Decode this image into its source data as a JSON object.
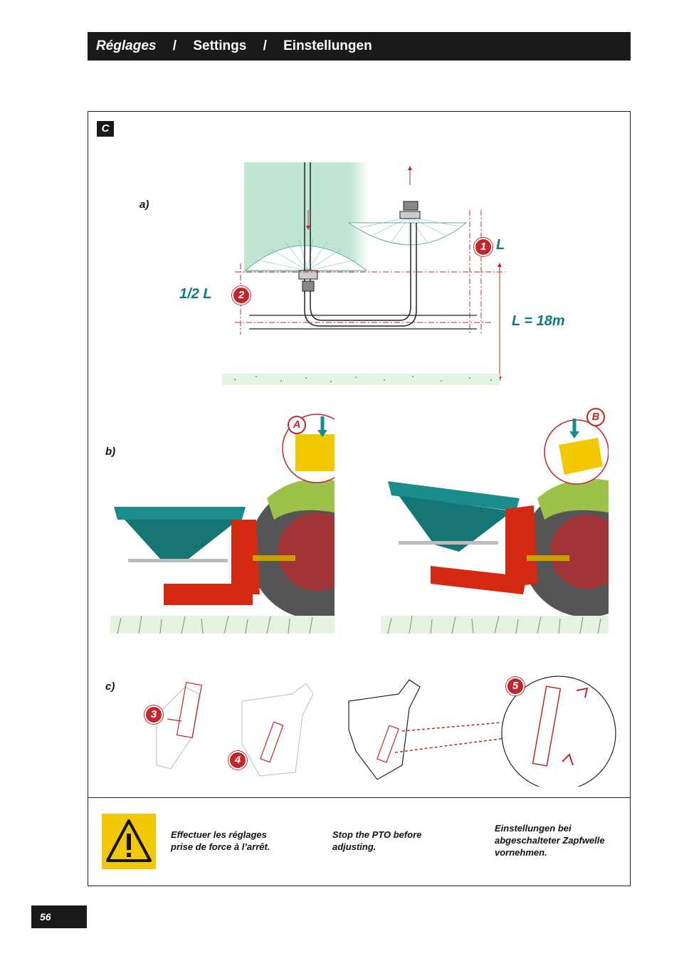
{
  "header": {
    "title_fr": "Réglages",
    "separator": "/",
    "title_en": "Settings",
    "title_de": "Einstellungen"
  },
  "section_tag": "C",
  "panel_a": {
    "label": "a)",
    "dim_full": "L",
    "dim_half": "1/2 L",
    "dim_value": "L = 18m",
    "badge_1": "1",
    "badge_2": "2"
  },
  "panel_b": {
    "label": "b)",
    "callout_a": "A",
    "callout_b": "B"
  },
  "panel_c": {
    "label": "c)",
    "badge_3": "3",
    "badge_4": "4",
    "badge_5": "5"
  },
  "warning": {
    "icon": "warning-triangle-icon",
    "text_fr_1": "Effectuer les réglages",
    "text_fr_2": "prise de force à l’arrêt.",
    "text_en_1": "Stop the PTO before",
    "text_en_2": "adjusting.",
    "text_de_1": "Einstellungen bei",
    "text_de_2": "abgeschalteter Zapfwelle",
    "text_de_3": "vornehmen."
  },
  "page_number": "56",
  "colors": {
    "teal": "#0b7a83",
    "red": "#c0262b",
    "hopper": "#1b8c8c",
    "frame_red": "#d42a12",
    "yellow": "#f2c800"
  }
}
